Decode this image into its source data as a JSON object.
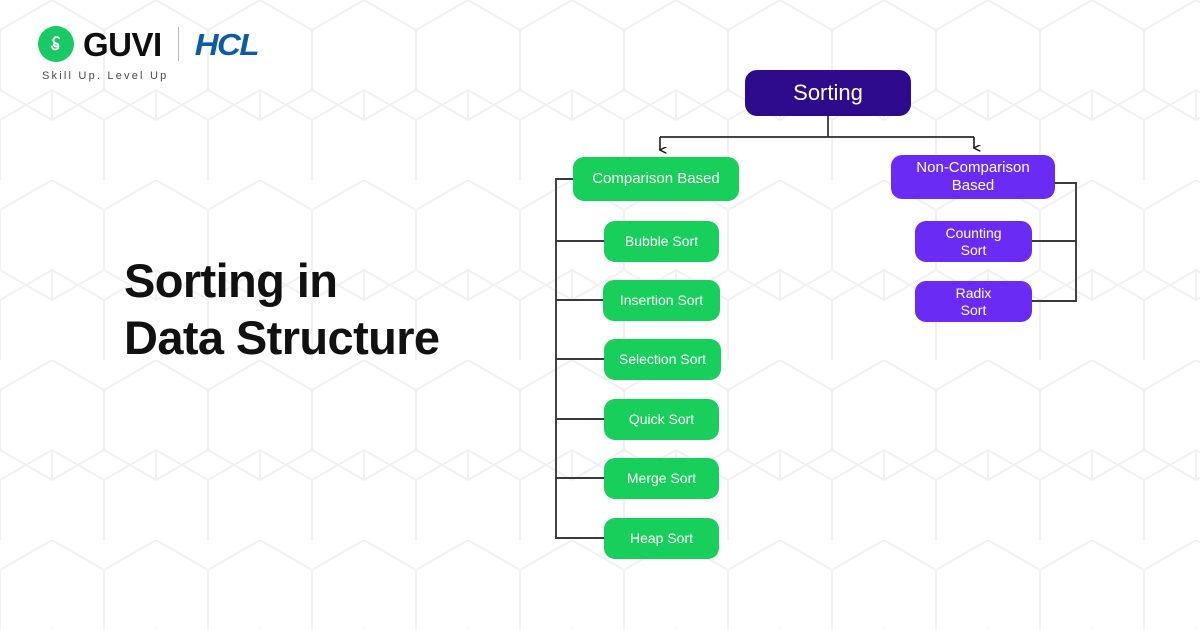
{
  "brand": {
    "mark_icon": "guvi-g-logo-icon",
    "name": "GUVI",
    "partner": "HCL",
    "tagline": "Skill Up. Level Up",
    "green": "#18C964",
    "hcl_blue": "#0B5BA8"
  },
  "headline": {
    "line1": "Sorting in",
    "line2": "Data Structure"
  },
  "palette": {
    "root": "#2E0B8C",
    "comparison": "#19CF5B",
    "non_comparison": "#6A2BF5",
    "connector": "#333333",
    "background": "#FFFFFF",
    "pattern": "#F2F2F4"
  },
  "diagram": {
    "root": {
      "label": "Sorting"
    },
    "branches": [
      {
        "label": "Comparison Based",
        "color": "#19CF5B",
        "children": [
          {
            "label": "Bubble Sort"
          },
          {
            "label": "Insertion Sort"
          },
          {
            "label": "Selection Sort"
          },
          {
            "label": "Quick Sort"
          },
          {
            "label": "Merge Sort"
          },
          {
            "label": "Heap Sort"
          }
        ]
      },
      {
        "label": "Non-Comparison Based",
        "label_line1": "Non-Comparison",
        "label_line2": "Based",
        "color": "#6A2BF5",
        "children": [
          {
            "label": "Counting Sort",
            "label_line1": "Counting",
            "label_line2": "Sort"
          },
          {
            "label": "Radix Sort",
            "label_line1": "Radix",
            "label_line2": "Sort"
          }
        ]
      }
    ]
  }
}
